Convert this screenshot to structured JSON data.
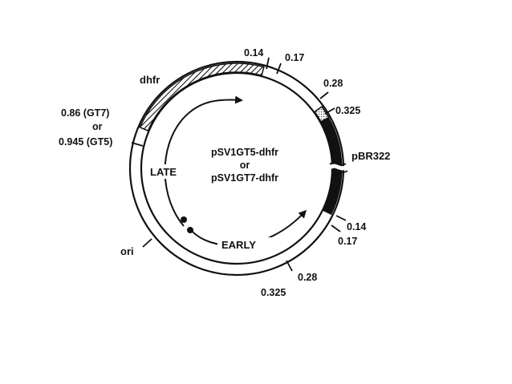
{
  "plasmid": {
    "name_line1": "pSV1GT5-dhfr",
    "name_or": "or",
    "name_line2": "pSV1GT7-dhfr"
  },
  "segments": {
    "dhfr": "dhfr",
    "pbr322": "pBR322",
    "ori": "ori"
  },
  "markers": {
    "top_014": "0.14",
    "top_017": "0.17",
    "r_028": "0.28",
    "r_0325": "0.325",
    "br_014": "0.14",
    "br_017": "0.17",
    "b_028": "0.28",
    "b_0325": "0.325",
    "left_gt7": "0.86 (GT7)",
    "left_or": "or",
    "left_gt5": "0.945 (GT5)"
  },
  "transcripts": {
    "late": "LATE",
    "early": "EARLY"
  }
}
